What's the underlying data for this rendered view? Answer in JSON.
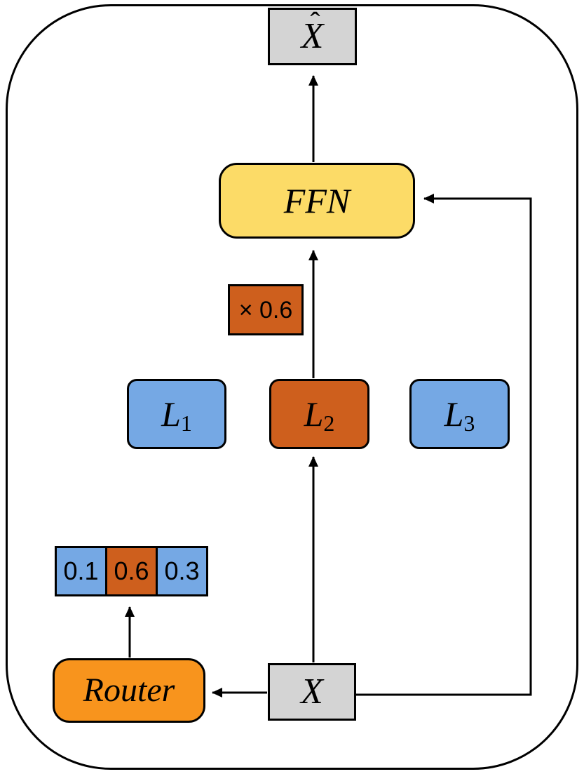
{
  "diagram": {
    "title": "mixture-of-experts-block",
    "output": {
      "base": "X",
      "hat": "ˆ"
    },
    "ffn": {
      "label": "FFN"
    },
    "scale": {
      "label": "× 0.6"
    },
    "experts": [
      {
        "base": "L",
        "sub": "1",
        "state": "inactive"
      },
      {
        "base": "L",
        "sub": "2",
        "state": "active"
      },
      {
        "base": "L",
        "sub": "3",
        "state": "inactive"
      }
    ],
    "router": {
      "label": "Router",
      "weights": [
        {
          "value": "0.1",
          "state": "inactive"
        },
        {
          "value": "0.6",
          "state": "active"
        },
        {
          "value": "0.3",
          "state": "inactive"
        }
      ]
    },
    "input": {
      "label": "X"
    },
    "colors": {
      "expert_inactive": "#75A8E4",
      "expert_active": "#CE5F1D",
      "ffn": "#FCDB67",
      "router": "#F8941D",
      "io_box": "#D4D4D4",
      "line": "#000000"
    }
  }
}
